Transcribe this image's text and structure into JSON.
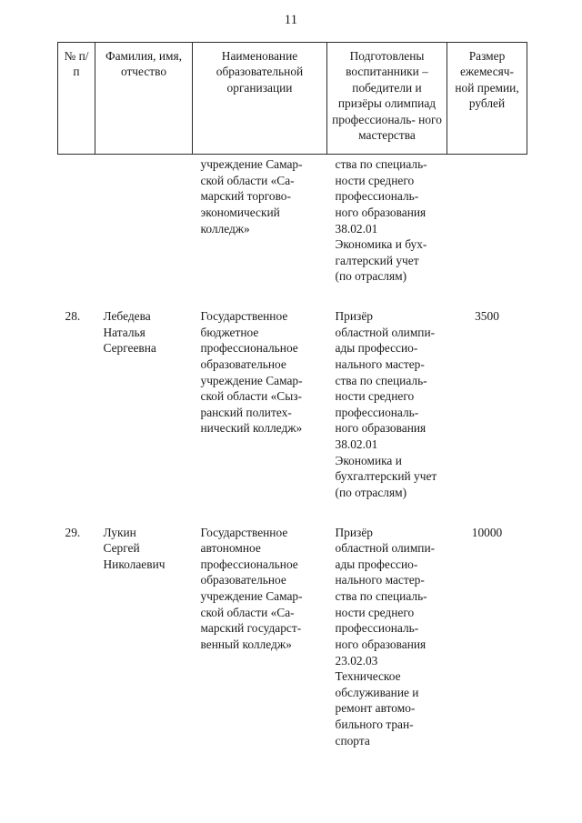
{
  "page": {
    "number": "11"
  },
  "table": {
    "headers": [
      "№\nп/п",
      "Фамилия, имя,\nотчество",
      "Наименование\nобразовательной\nорганизации",
      "Подготовлены\nвоспитанники –\nпобедители и\nпризёры олимпиад\nпрофессиональ-\nного мастерства",
      "Размер\nежемесяч-\nной премии,\nрублей"
    ],
    "rows": [
      {
        "num": "",
        "name": "",
        "organization": "учреждение Самар-\nской области «Са-\nмарский торгово-\nэкономический\nколледж»",
        "prepared": "ства по специаль-\nности среднего\nпрофессиональ-\nного образования\n38.02.01\nЭкономика и бух-\nгалтерский учет\n(по отраслям)",
        "amount": ""
      },
      {
        "num": "28.",
        "name": "Лебедева\nНаталья\nСергеевна",
        "organization": "Государственное\nбюджетное\nпрофессиональное\nобразовательное\nучреждение Самар-\nской области «Сыз-\nранский политех-\nнический колледж»",
        "prepared": "Призёр\nобластной олимпи-\nады профессио-\nнального мастер-\nства по специаль-\nности среднего\nпрофессиональ-\nного образования\n38.02.01\nЭкономика и\nбухгалтерский учет\n(по отраслям)",
        "amount": "3500"
      },
      {
        "num": "29.",
        "name": "Лукин\nСергей\nНиколаевич",
        "organization": "Государственное\nавтономное\nпрофессиональное\nобразовательное\nучреждение Самар-\nской области «Са-\nмарский государст-\nвенный колледж»",
        "prepared": "Призёр\nобластной олимпи-\nады профессио-\nнального мастер-\nства по специаль-\nности среднего\nпрофессиональ-\nного образования\n23.02.03\nТехническое\nобслуживание и\nремонт автомо-\nбильного тран-\nспорта",
        "amount": "10000"
      }
    ]
  }
}
